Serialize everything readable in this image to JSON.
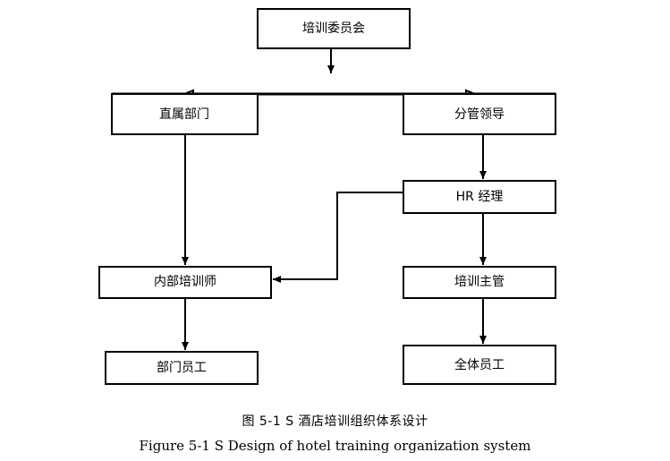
{
  "diagram": {
    "nodes": {
      "committee": "培训委员会",
      "dept": "直属部门",
      "leader": "分管领导",
      "hr": "HR 经理",
      "trainer": "内部培训师",
      "supervisor": "培训主管",
      "dept_staff": "部门员工",
      "all_staff": "全体员工"
    }
  },
  "caption": {
    "cn": "图 5-1    S 酒店培训组织体系设计",
    "en": "Figure 5-1 S Design of hotel training organization system"
  },
  "colors": {
    "line": "#000000",
    "box_fill": "#ffffff",
    "text": "#000000"
  }
}
